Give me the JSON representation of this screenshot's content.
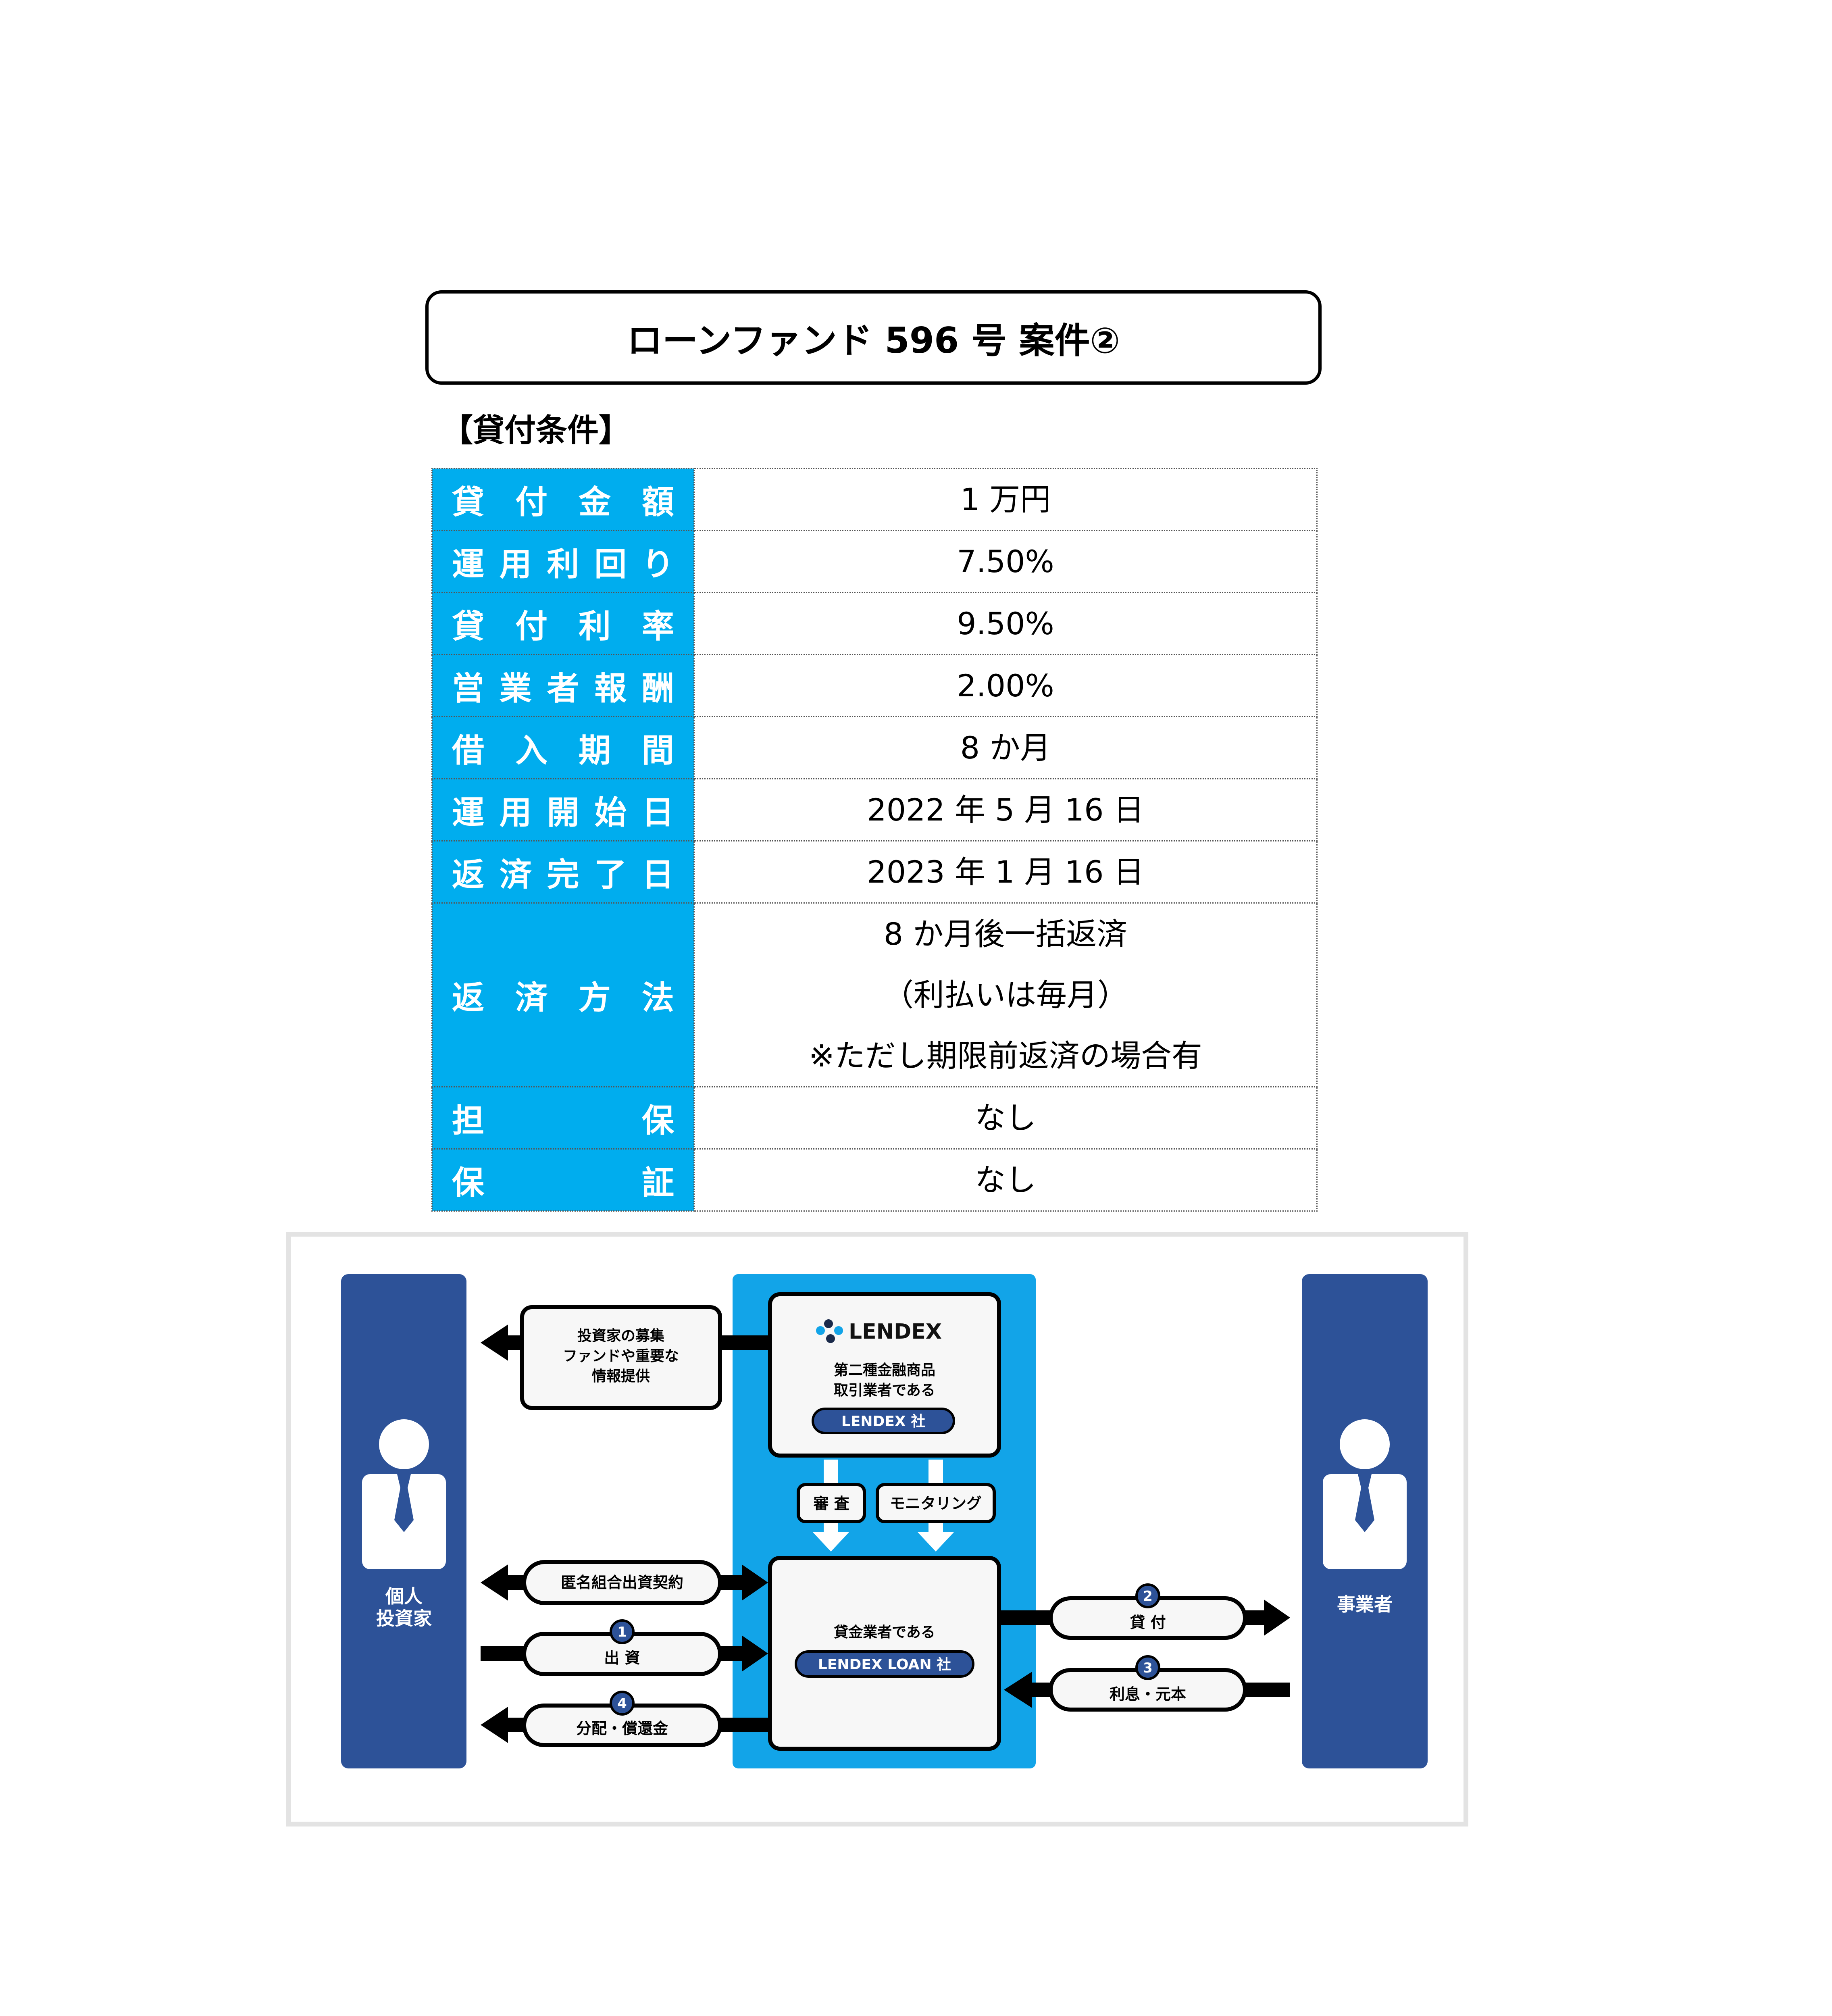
{
  "title": "ローンファンド 596 号 案件②",
  "section_heading": "【貸付条件】",
  "terms": [
    {
      "label": "貸付金額",
      "value": [
        "1 万円"
      ]
    },
    {
      "label": "運用利回り",
      "value": [
        "7.50%"
      ]
    },
    {
      "label": "貸付利率",
      "value": [
        "9.50%"
      ]
    },
    {
      "label": "営業者報酬",
      "value": [
        "2.00%"
      ]
    },
    {
      "label": "借入期間",
      "value": [
        "8 か月"
      ]
    },
    {
      "label": "運用開始日",
      "value": [
        "2022 年 5 月 16 日"
      ]
    },
    {
      "label": "返済完了日",
      "value": [
        "2023 年 1 月 16 日"
      ]
    },
    {
      "label": "返済方法",
      "value": [
        "8 か月後一括返済",
        "（利払いは毎月）",
        "※ただし期限前返済の場合有"
      ]
    },
    {
      "label": "担保",
      "value": [
        "なし"
      ]
    },
    {
      "label": "保証",
      "value": [
        "なし"
      ]
    }
  ],
  "diagram": {
    "investor": [
      "個人",
      "投資家"
    ],
    "business": "事業者",
    "lendex_logo": "LENDEX",
    "lendex_desc": [
      "第二種金融商品",
      "取引業者である"
    ],
    "lendex_badge": "LENDEX 社",
    "loan_desc": "貸金業者である",
    "loan_badge": "LENDEX LOAN 社",
    "info_box": [
      "投資家の募集",
      "ファンドや重要な",
      "情報提供"
    ],
    "review": "審 査",
    "monitoring": "モニタリング",
    "contract": "匿名組合出資契約",
    "steps": [
      {
        "num": "1",
        "label": "出 資"
      },
      {
        "num": "2",
        "label": "貸 付"
      },
      {
        "num": "3",
        "label": "利息・元本"
      },
      {
        "num": "4",
        "label": "分配・償還金"
      }
    ],
    "colors": {
      "navy": "#2d5298",
      "blue": "#12a4e8",
      "label_blue": "#00adee"
    }
  }
}
